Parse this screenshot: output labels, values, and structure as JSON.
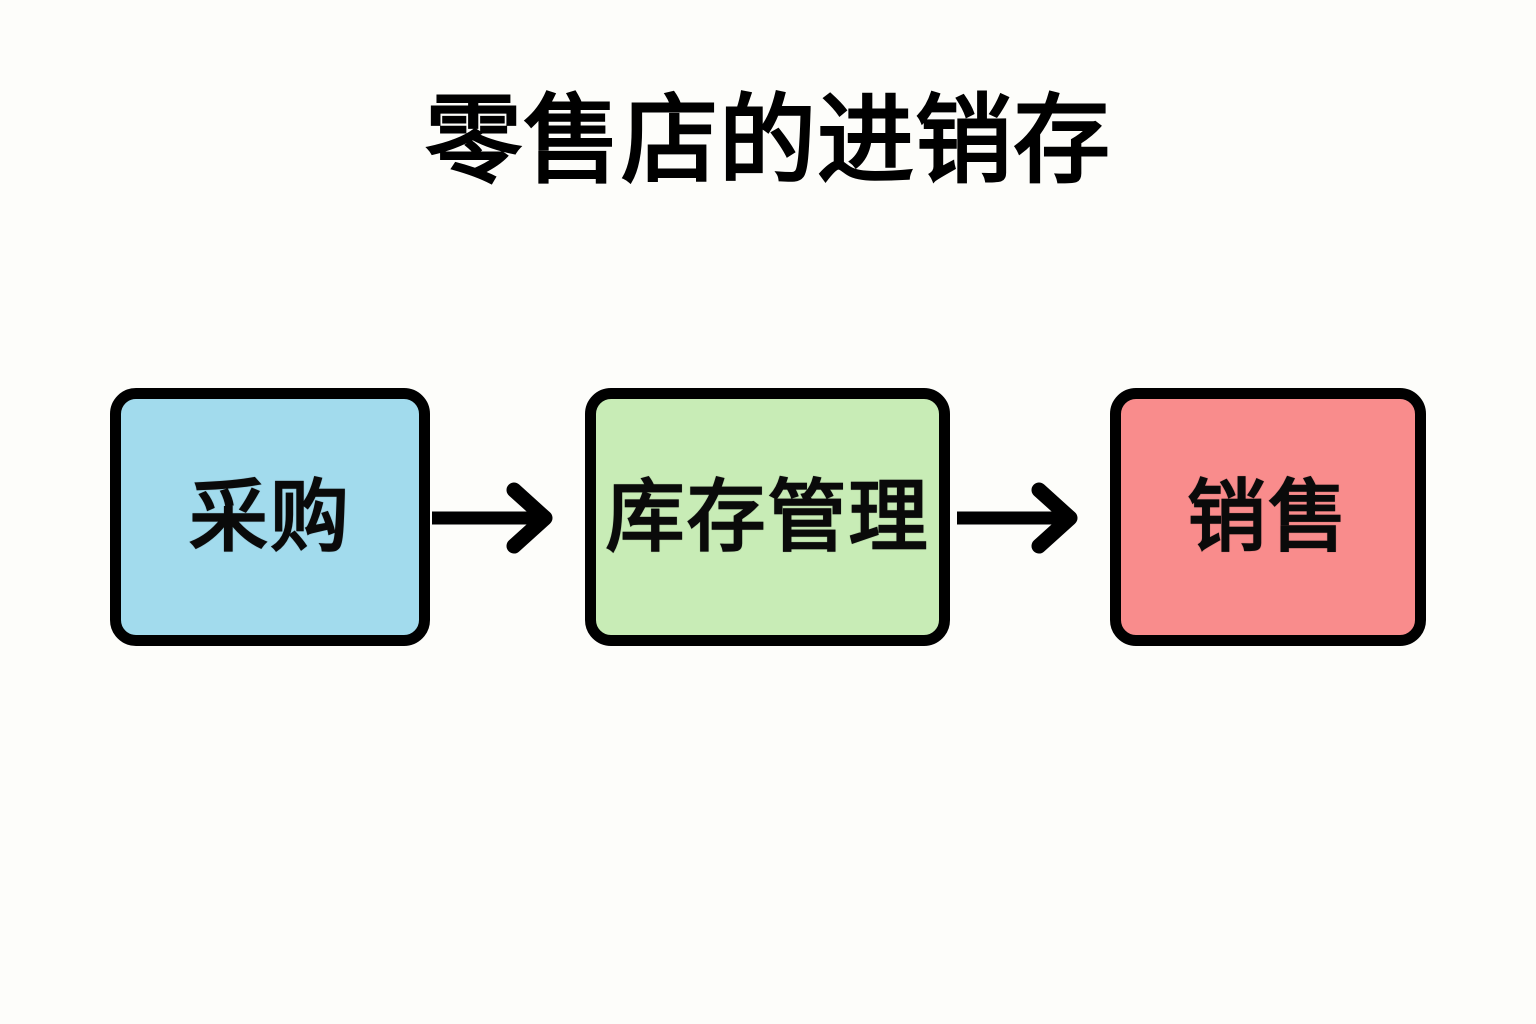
{
  "title": "零售店的进销存",
  "diagram": {
    "type": "flow",
    "orientation": "horizontal",
    "background_color": "#fdfdfa",
    "node_border_color": "#000000",
    "arrow_color": "#000000",
    "nodes": [
      {
        "id": "procurement",
        "label": "采购",
        "fill_color": "#a2dbed"
      },
      {
        "id": "inventory",
        "label": "库存管理",
        "fill_color": "#c8ecb6"
      },
      {
        "id": "sales",
        "label": "销售",
        "fill_color": "#f98c8c"
      }
    ],
    "arrows": [
      {
        "id": "arrow-1",
        "from": "采购",
        "to": "库存管理",
        "icon": "arrow-right-icon"
      },
      {
        "id": "arrow-2",
        "from": "库存管理",
        "to": "销售",
        "icon": "arrow-right-icon"
      }
    ]
  }
}
